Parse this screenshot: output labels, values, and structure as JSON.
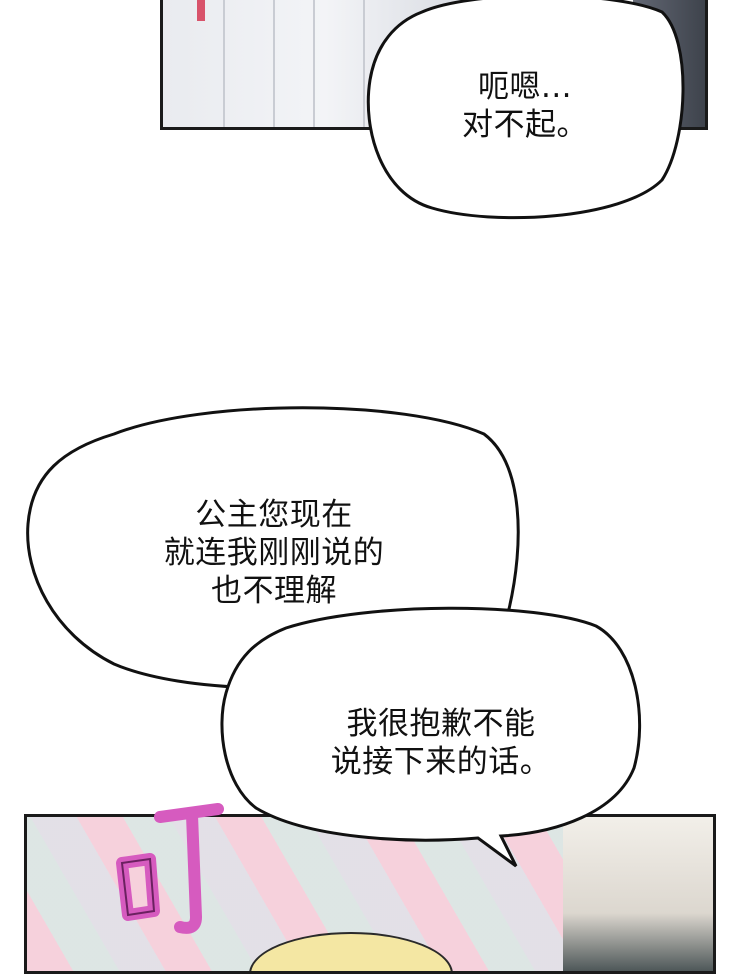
{
  "bubbles": {
    "top": {
      "lines": [
        "呃嗯...",
        "对不起。"
      ]
    },
    "middle": {
      "lines": [
        "公主您现在",
        "就连我刚刚说的",
        "也不理解"
      ]
    },
    "bottom": {
      "lines": [
        "我很抱歉不能",
        "说接下来的话。"
      ]
    }
  },
  "sfx": {
    "text": "叮",
    "color": "#d65bbf"
  }
}
